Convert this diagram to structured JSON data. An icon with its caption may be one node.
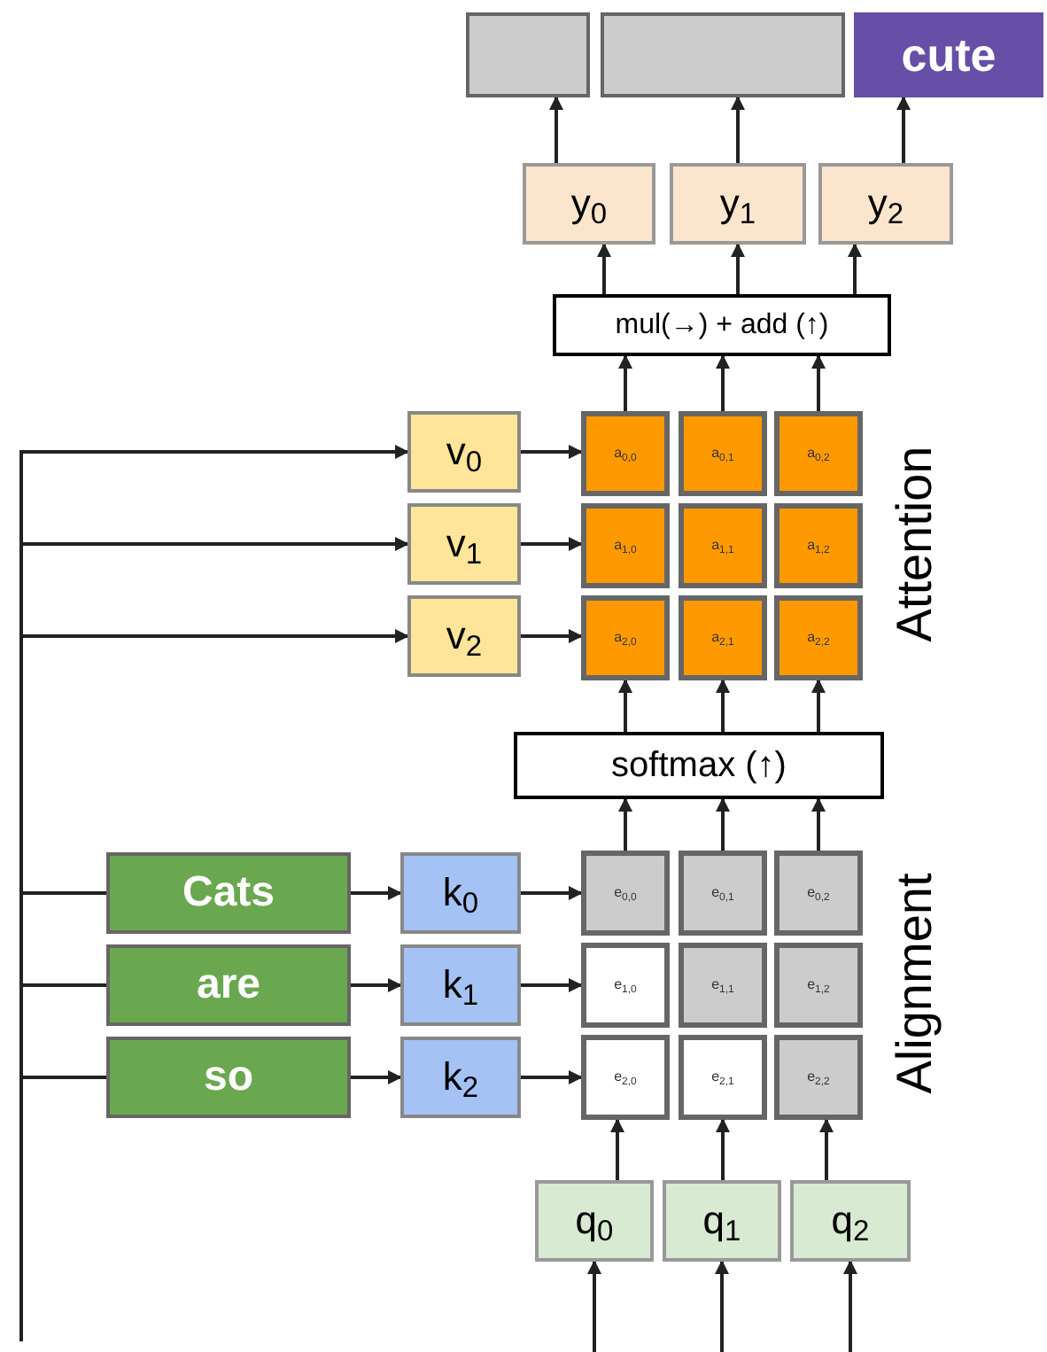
{
  "diagram": {
    "nodes": [
      {
        "text": [],
        "shape": "box"
      },
      {
        "text": [],
        "shape": "box"
      },
      {
        "text": [
          "cute"
        ]
      },
      {
        "text": [
          "y$_{0}$"
        ]
      },
      {
        "text": [
          "y$_{1}$"
        ]
      },
      {
        "text": [
          "y$_{2}$"
        ]
      },
      {
        "text": [
          "mul(→) + add (↑)"
        ]
      },
      {
        "text": [
          "v$_{0}$"
        ]
      },
      {
        "text": [
          "v$_{1}$"
        ]
      },
      {
        "text": [
          "v$_{2}$"
        ]
      },
      {
        "text": [
          "a$_{0,0}$"
        ]
      },
      {
        "text": [
          "a$_{0,1}$"
        ]
      },
      {
        "text": [
          "a$_{0,2}$"
        ]
      },
      {
        "text": [
          "a$_{1,0}$"
        ]
      },
      {
        "text": [
          "a$_{1,1}$"
        ]
      },
      {
        "text": [
          "a$_{1,2}$"
        ]
      },
      {
        "text": [
          "a$_{2,0}$"
        ]
      },
      {
        "text": [
          "a$_{2,1}$"
        ]
      },
      {
        "text": [
          "a$_{2,2}$"
        ]
      },
      {
        "text": [
          "softmax (↑)"
        ]
      },
      {
        "text": [
          "Cats"
        ]
      },
      {
        "text": [
          "are"
        ]
      },
      {
        "text": [
          "so"
        ]
      },
      {
        "text": [
          "k$_{0}$"
        ]
      },
      {
        "text": [
          "k$_{1}$"
        ]
      },
      {
        "text": [
          "k$_{2}$"
        ]
      },
      {
        "text": [
          "e$_{0,0}$"
        ]
      },
      {
        "text": [
          "e$_{0,1}$"
        ]
      },
      {
        "text": [
          "e$_{0,2}$"
        ]
      },
      {
        "text": [
          "e$_{1,0}$"
        ]
      },
      {
        "text": [
          "e$_{1,1}$"
        ]
      },
      {
        "text": [
          "e$_{1,2}$"
        ]
      },
      {
        "text": [
          "e$_{2,0}$"
        ]
      },
      {
        "text": [
          "e$_{2,1}$"
        ]
      },
      {
        "text": [
          "e$_{2,2}$"
        ]
      },
      {
        "text": [
          "q$_{0}$"
        ]
      },
      {
        "text": [
          "q$_{1}$"
        ]
      },
      {
        "text": [
          "q$_{2}$"
        ]
      }
    ],
    "edges": [
      {
        "from": 3,
        "to": 0,
        "arrow": "to"
      },
      {
        "from": 4,
        "to": 1,
        "arrow": "to"
      },
      {
        "from": 5,
        "to": 2,
        "arrow": "to"
      },
      {
        "from": 6,
        "to": 3,
        "arrow": "to"
      },
      {
        "from": 6,
        "to": 4,
        "arrow": "to"
      },
      {
        "from": 6,
        "to": 5,
        "arrow": "to"
      },
      {
        "from": 10,
        "to": 6,
        "arrow": "to"
      },
      {
        "from": 11,
        "to": 6,
        "arrow": "to"
      },
      {
        "from": 12,
        "to": 6,
        "arrow": "to"
      },
      {
        "from": 7,
        "to": 10,
        "arrow": "to"
      },
      {
        "from": 8,
        "to": 13,
        "arrow": "to"
      },
      {
        "from": 9,
        "to": 16,
        "arrow": "to"
      },
      {
        "from": 19,
        "to": 16,
        "arrow": "to"
      },
      {
        "from": 19,
        "to": 17,
        "arrow": "to"
      },
      {
        "from": 19,
        "to": 18,
        "arrow": "to"
      },
      {
        "from": 26,
        "to": 19,
        "arrow": "to"
      },
      {
        "from": 27,
        "to": 19,
        "arrow": "to"
      },
      {
        "from": 28,
        "to": 19,
        "arrow": "to"
      },
      {
        "from": 20,
        "to": 23,
        "arrow": "to"
      },
      {
        "from": 21,
        "to": 24,
        "arrow": "to"
      },
      {
        "from": 22,
        "to": 25,
        "arrow": "to"
      },
      {
        "from": 23,
        "to": 26,
        "arrow": "to"
      },
      {
        "from": 24,
        "to": 29,
        "arrow": "to"
      },
      {
        "from": 25,
        "to": 32,
        "arrow": "to"
      },
      {
        "from": 35,
        "to": 32,
        "arrow": "to"
      },
      {
        "from": 36,
        "to": 33,
        "arrow": "to"
      },
      {
        "from": 37,
        "to": 34,
        "arrow": "to"
      },
      {
        "from": null,
        "to": 7,
        "arrow": "to"
      },
      {
        "from": null,
        "to": 8,
        "arrow": "to"
      },
      {
        "from": null,
        "to": 9,
        "arrow": "to"
      },
      {
        "from": null,
        "to": 20,
        "arrow": "none"
      },
      {
        "from": null,
        "to": 21,
        "arrow": "none"
      },
      {
        "from": null,
        "to": 22,
        "arrow": "none"
      },
      {
        "from": null,
        "to": 35,
        "arrow": "to"
      },
      {
        "from": null,
        "to": 36,
        "arrow": "to"
      },
      {
        "from": null,
        "to": 37,
        "arrow": "to"
      }
    ],
    "labels": [
      "Attention",
      "Alignment"
    ]
  }
}
